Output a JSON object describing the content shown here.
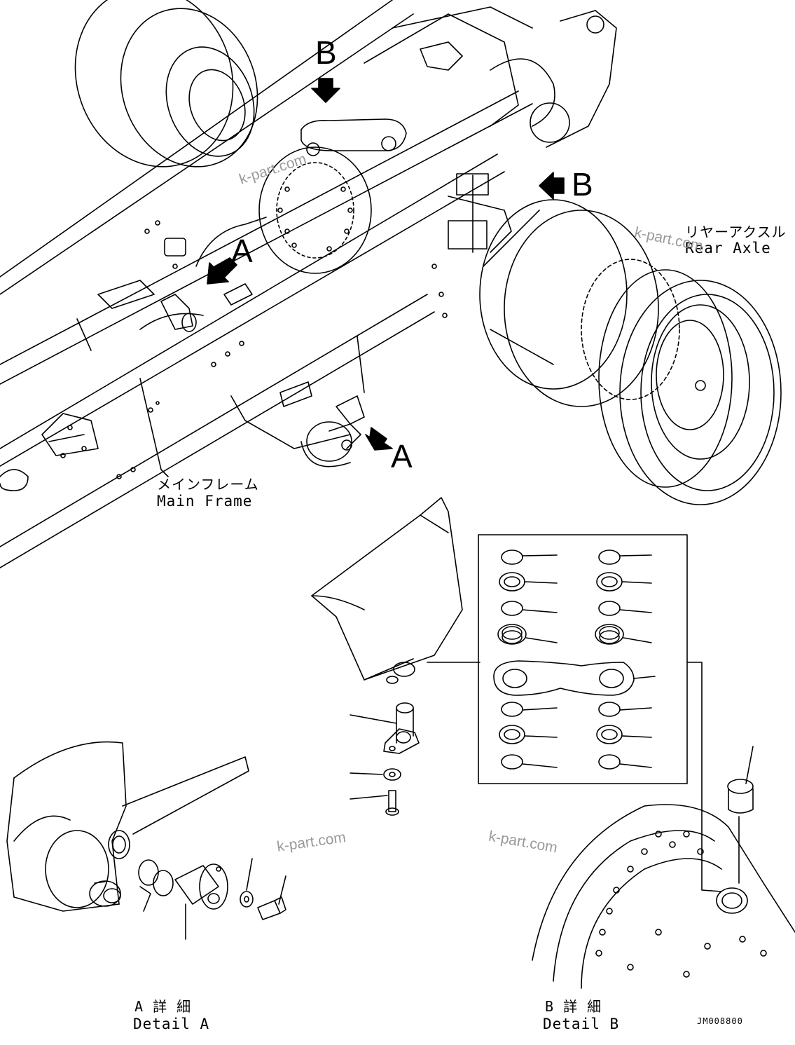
{
  "view_labels": {
    "arrow_a_upper": "A",
    "arrow_a_lower": "A",
    "arrow_b_upper": "B",
    "arrow_b_right": "B"
  },
  "captions": {
    "main_frame_jp": "メインフレーム",
    "main_frame_en": "Main Frame",
    "rear_axle_jp": "リヤーアクスル",
    "rear_axle_en": "Rear Axle",
    "detail_a_jp": "A 詳 細",
    "detail_a_en": "Detail A",
    "detail_b_jp": "B 詳 細",
    "detail_b_en": "Detail B"
  },
  "watermarks": [
    "k-part.com",
    "k-part.com",
    "k-part.com",
    "k-part.com"
  ],
  "drawing_code": "JM008800"
}
